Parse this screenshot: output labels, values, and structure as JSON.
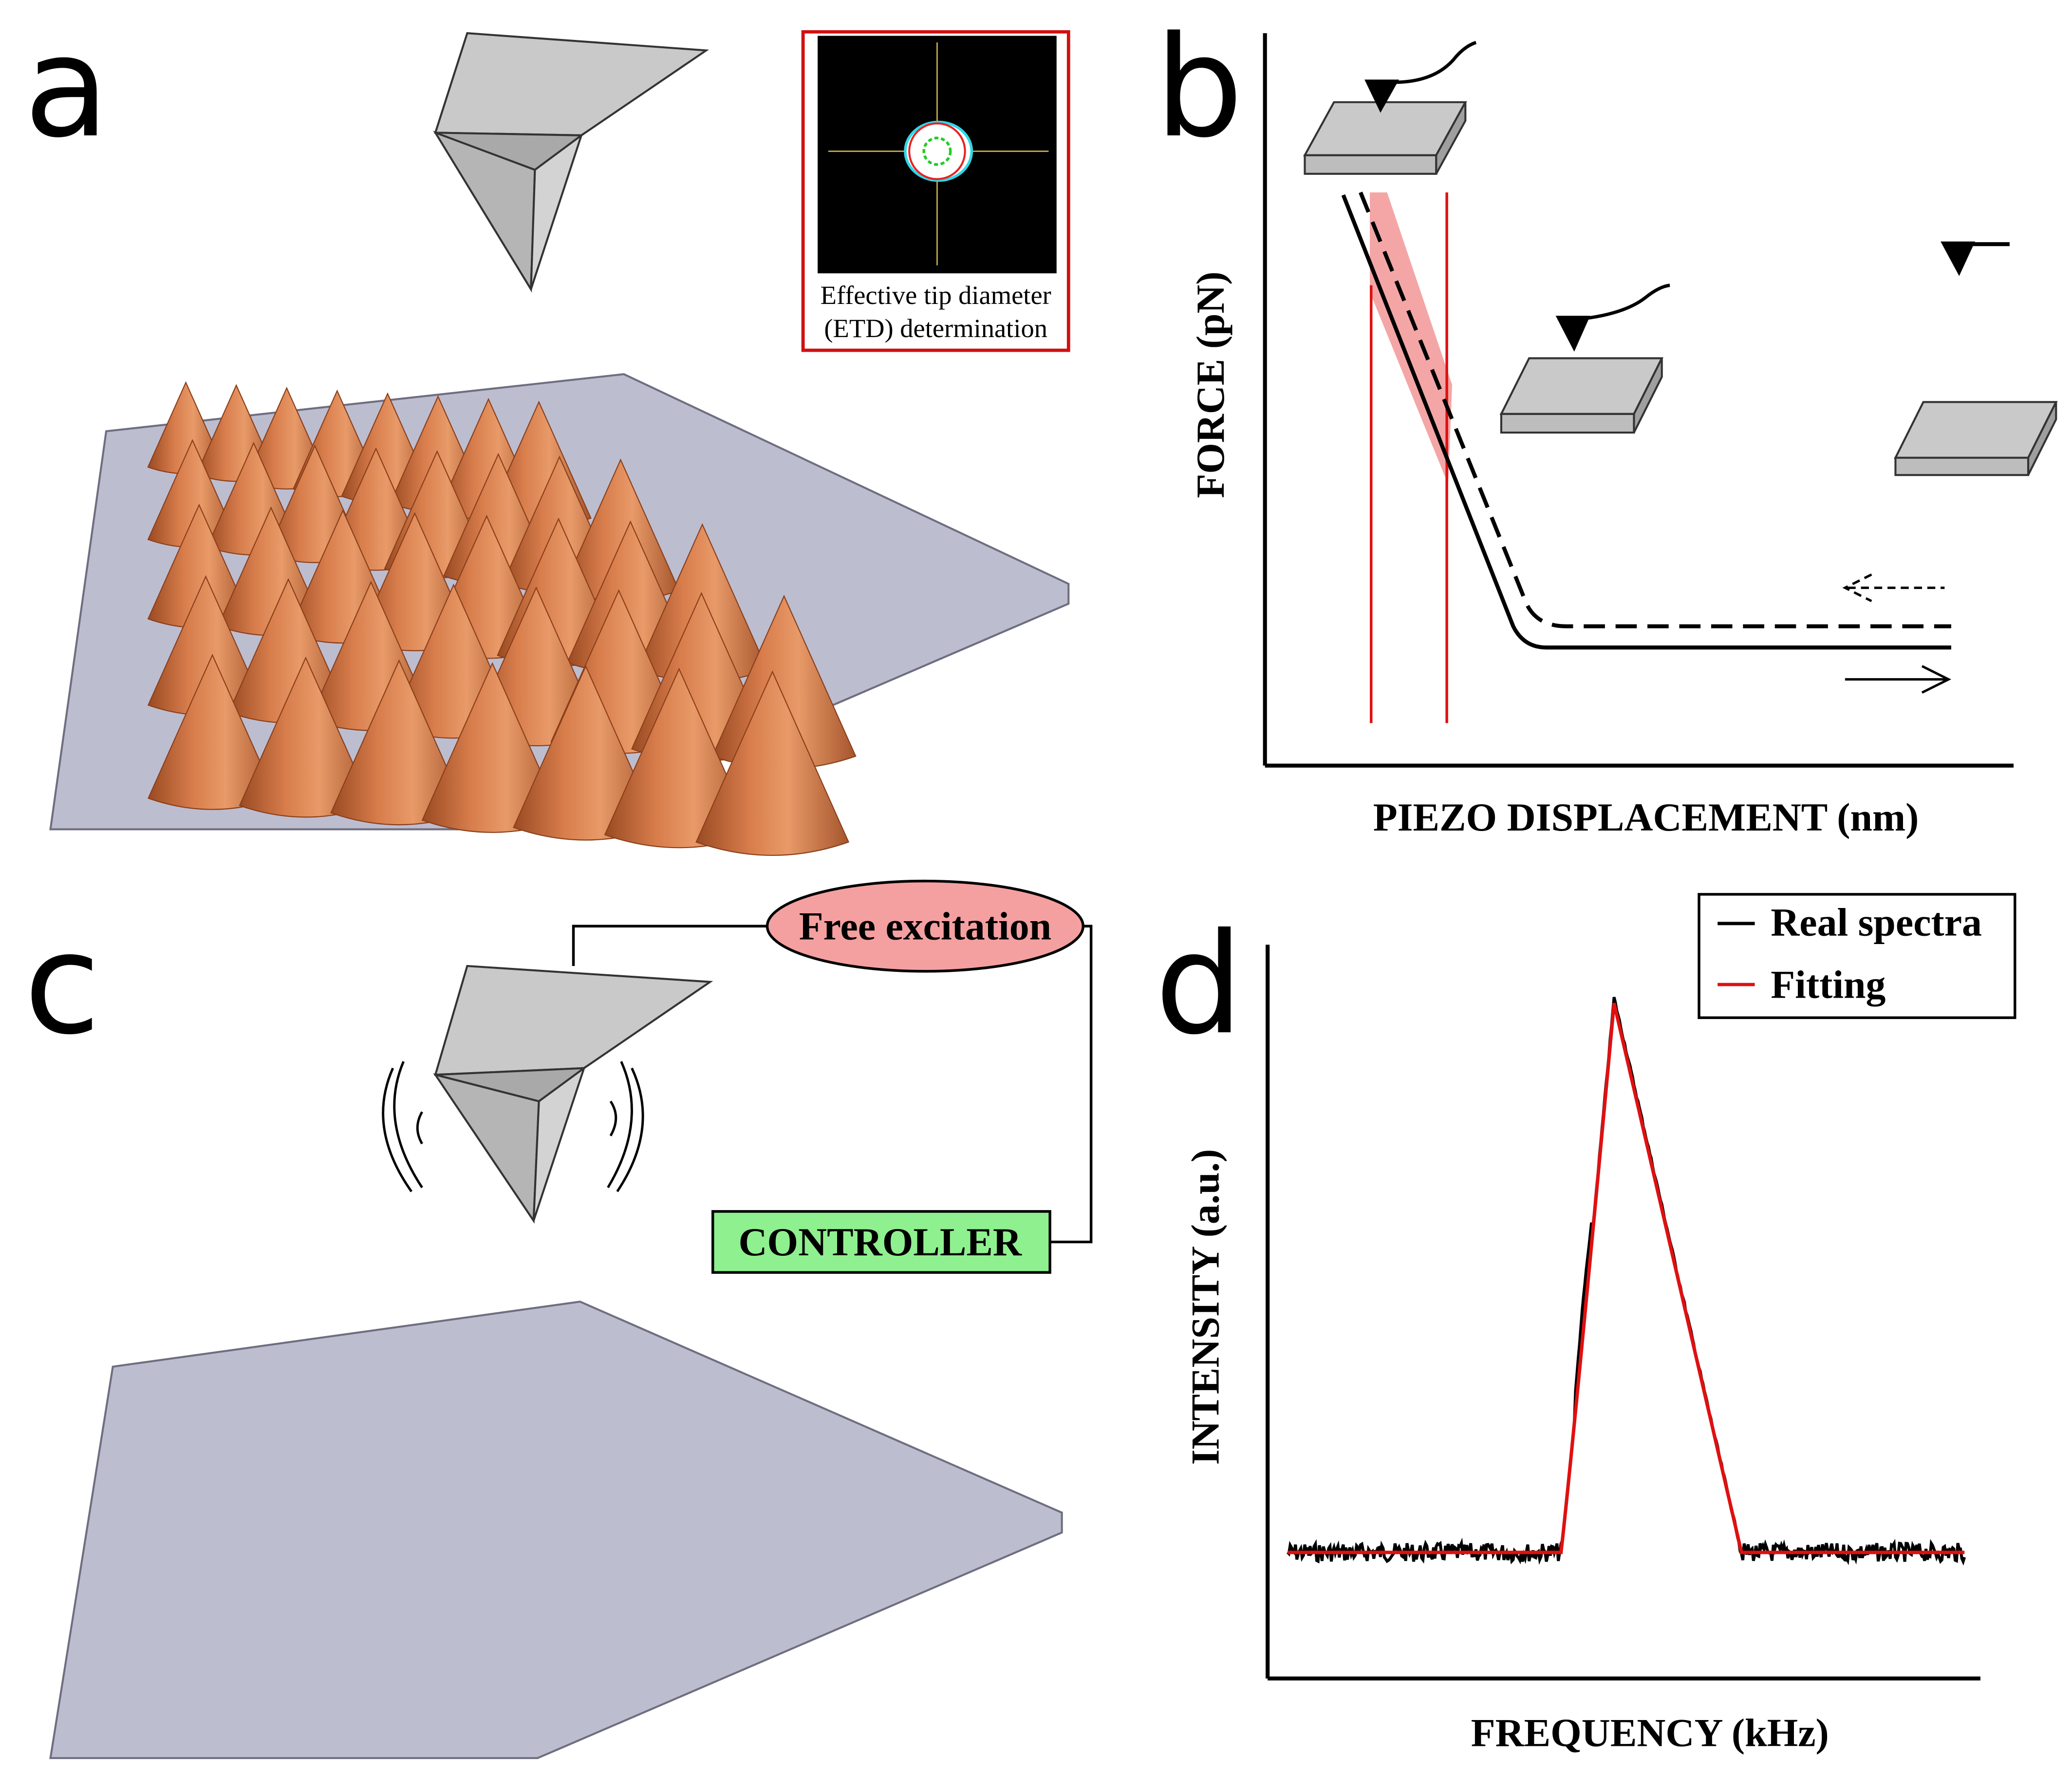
{
  "panels": {
    "a": {
      "letter": "a",
      "inset_caption_line1": "Effective tip diameter",
      "inset_caption_line2": "(ETD) determination"
    },
    "b": {
      "letter": "b",
      "xlabel": "PIEZO DISPLACEMENT (nm)",
      "ylabel": "FORCE (pN)"
    },
    "c": {
      "letter": "c",
      "excitation_label": "Free excitation",
      "controller_label": "CONTROLLER"
    },
    "d": {
      "letter": "d",
      "xlabel": "FREQUENCY (kHz)",
      "ylabel": "INTENSITY (a.u.)",
      "legend": [
        "Real spectra",
        "Fitting"
      ]
    }
  },
  "colors": {
    "cone_orange": "#c8693a",
    "substrate": "#bdbdd0",
    "tip_grey": "#bdbdbd",
    "red": "#e01010",
    "red_band": "#f4a6a6",
    "excitation_fill": "#f4a0a0",
    "controller_fill": "#8ff08f"
  },
  "chart_data": [
    {
      "type": "line",
      "panel": "b",
      "xlabel": "PIEZO DISPLACEMENT (nm)",
      "ylabel": "FORCE (pN)",
      "series": [
        {
          "style": "solid",
          "shape": "steep linear descent to a flat baseline"
        },
        {
          "style": "dashed",
          "shape": "steep linear descent to a flat baseline slightly above the solid curve"
        }
      ],
      "annotations": [
        "two vertical red lines bounding the contact region",
        "red shaded band along the slope",
        "arrow pointing right below baseline",
        "dashed arrow pointing left above baseline"
      ]
    },
    {
      "type": "line",
      "panel": "d",
      "xlabel": "FREQUENCY (kHz)",
      "ylabel": "INTENSITY (a.u.)",
      "series": [
        {
          "name": "Real spectra",
          "color": "#000000",
          "shape": "noisy baseline with a single resonance peak"
        },
        {
          "name": "Fitting",
          "color": "#e01010",
          "shape": "smooth fitted single peak"
        }
      ],
      "legend_position": "top-right"
    }
  ]
}
